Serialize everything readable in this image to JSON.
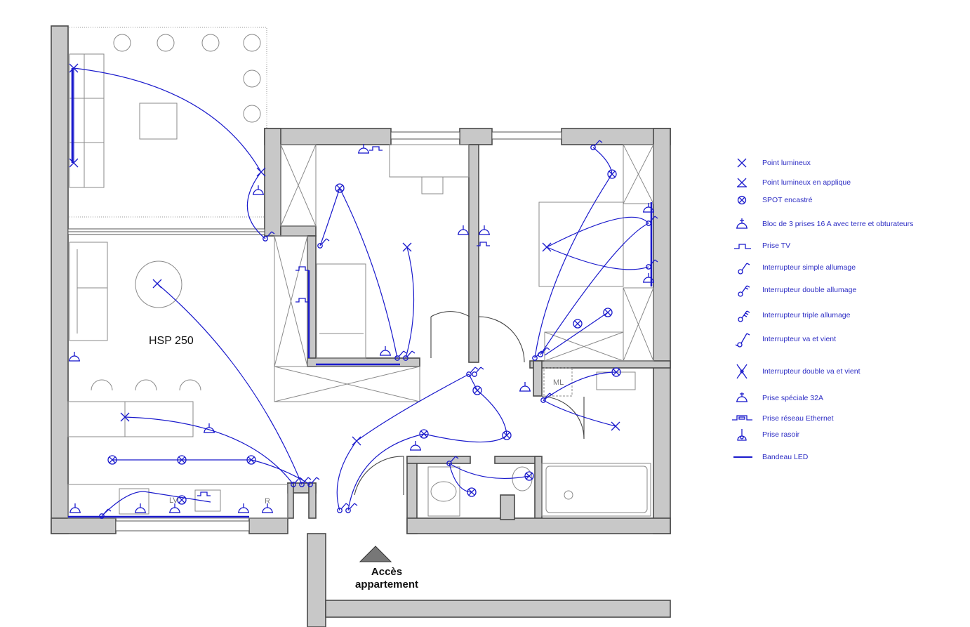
{
  "plan": {
    "room_label": "HSP 250",
    "entrance_label_line1": "Accès",
    "entrance_label_line2": "appartement",
    "kitchen_lv_label": "LV",
    "kitchen_r_label": "R",
    "laundry_label": "ML"
  },
  "legend": {
    "items": [
      {
        "icon": "point-lumineux-icon",
        "label": "Point lumineux"
      },
      {
        "icon": "point-lumineux-applique-icon",
        "label": "Point lumineux en applique"
      },
      {
        "icon": "spot-encastre-icon",
        "label": "SPOT encastré"
      },
      {
        "icon": "bloc-3-prises-icon",
        "label": "Bloc de 3 prises 16 A avec terre et obturateurs"
      },
      {
        "icon": "prise-tv-icon",
        "label": "Prise TV"
      },
      {
        "icon": "interrupteur-simple-icon",
        "label": "Interrupteur simple allumage"
      },
      {
        "icon": "interrupteur-double-icon",
        "label": "Interrupteur double allumage"
      },
      {
        "icon": "interrupteur-triple-icon",
        "label": "Interrupteur triple allumage"
      },
      {
        "icon": "interrupteur-va-et-vient-icon",
        "label": "Interrupteur va et vient"
      },
      {
        "icon": "interrupteur-double-va-et-vient-icon",
        "label": "Interrupteur double va et vient"
      },
      {
        "icon": "prise-32a-icon",
        "label": "Prise spéciale 32A"
      },
      {
        "icon": "prise-ethernet-icon",
        "label": "Prise réseau Ethernet"
      },
      {
        "icon": "prise-rasoir-icon",
        "label": "Prise rasoir"
      },
      {
        "icon": "bandeau-led-icon",
        "label": "Bandeau LED"
      }
    ]
  },
  "colors": {
    "electrical": "#1a1acc",
    "wall_fill": "#c8c8c8",
    "legend_text": "#2d2dc4"
  }
}
